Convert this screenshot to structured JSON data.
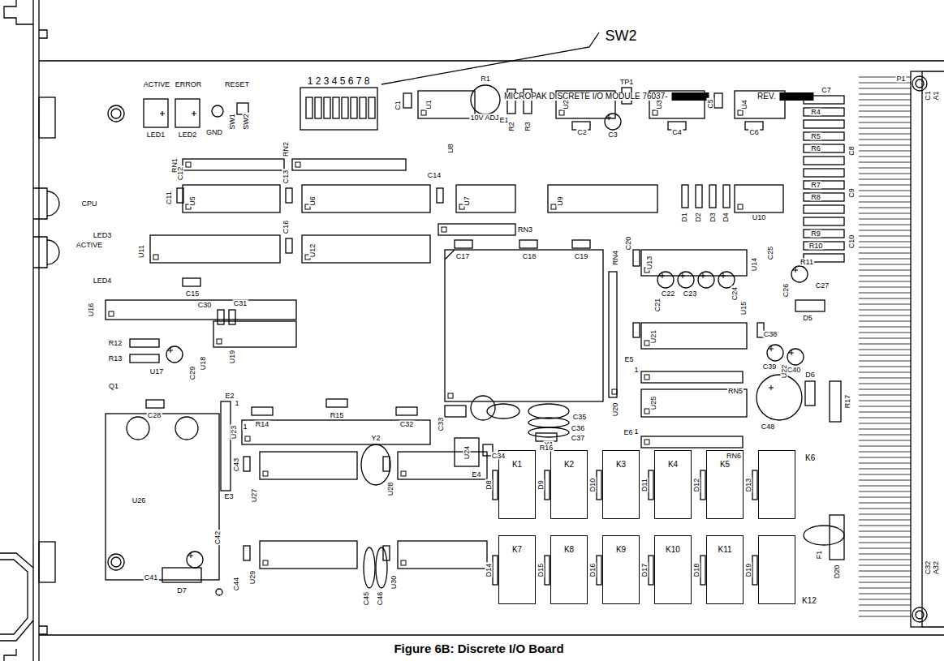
{
  "diagram": {
    "caption": "Figure 6B: Discrete I/O Board",
    "nodes": [
      {
        "text": [
          "K1"
        ]
      },
      {
        "text": [
          "K2"
        ]
      },
      {
        "text": [
          "K3"
        ]
      },
      {
        "text": [
          "K4"
        ]
      },
      {
        "text": [
          "K5"
        ]
      },
      {
        "text": [
          "K6"
        ]
      },
      {
        "text": [
          "K7"
        ]
      },
      {
        "text": [
          "K8"
        ]
      },
      {
        "text": [
          "K9"
        ]
      },
      {
        "text": [
          "K10"
        ]
      },
      {
        "text": [
          "K11"
        ]
      },
      {
        "text": [
          "K12"
        ]
      }
    ],
    "labels": [
      "SW2",
      "ACTIVE",
      "ERROR",
      "RESET",
      "1 2 3 4 5 6 7 8",
      "MICROPAK DISCRETE I/O MODULE 76037-",
      "REV.",
      "GND",
      "SW1",
      "SW2",
      "LED1",
      "LED2",
      "R1",
      "10V ADJ",
      "TP1",
      "C1",
      "U1",
      "E1",
      "R2",
      "R3",
      "U2",
      "C2",
      "C3",
      "U3",
      "C4",
      "C5",
      "U4",
      "C6",
      "C7",
      "R4",
      "R5",
      "R6",
      "C8",
      "R7",
      "R8",
      "C9",
      "R9",
      "R10",
      "C10",
      "P1",
      "C1",
      "A1",
      "RN1",
      "RN2",
      "U8",
      "CPU",
      "LED3",
      "C11",
      "C12",
      "U5",
      "C13",
      "U6",
      "C14",
      "U7",
      "U9",
      "D1",
      "D2",
      "D3",
      "D4",
      "U10",
      "ACTIVE",
      "LED4",
      "U11",
      "C16",
      "U12",
      "C15",
      "RN3",
      "C17",
      "C18",
      "C19",
      "C20",
      "U13",
      "U14",
      "C25",
      "R11",
      "C26",
      "C27",
      "D5",
      "RN4",
      "C22",
      "C23",
      "C21",
      "C24",
      "U15",
      "U16",
      "C30",
      "C31",
      "U19",
      "U18",
      "C29",
      "R12",
      "R13",
      "Q1",
      "U17",
      "C28",
      "U21",
      "C38",
      "C39",
      "C40",
      "U22",
      "E5",
      "1",
      "RN5",
      "D6",
      "R17",
      "U25",
      "C48",
      "U20",
      "C35",
      "C33",
      "E2",
      "1",
      "R14",
      "R15",
      "C32",
      "Y1",
      "C36",
      "C37",
      "E6",
      "1",
      "RN6",
      "C34",
      "R16",
      "E4",
      "U24",
      "E3",
      "U23",
      "1",
      "U26",
      "Y2",
      "C43",
      "U27",
      "U28",
      "C42",
      "C41",
      "D7",
      "C44",
      "U29",
      "C45",
      "C46",
      "U30",
      "D8",
      "D9",
      "D10",
      "D11",
      "D12",
      "D13",
      "D14",
      "D15",
      "D16",
      "D17",
      "D18",
      "D19",
      "F1",
      "D20",
      "C32",
      "A32"
    ]
  }
}
